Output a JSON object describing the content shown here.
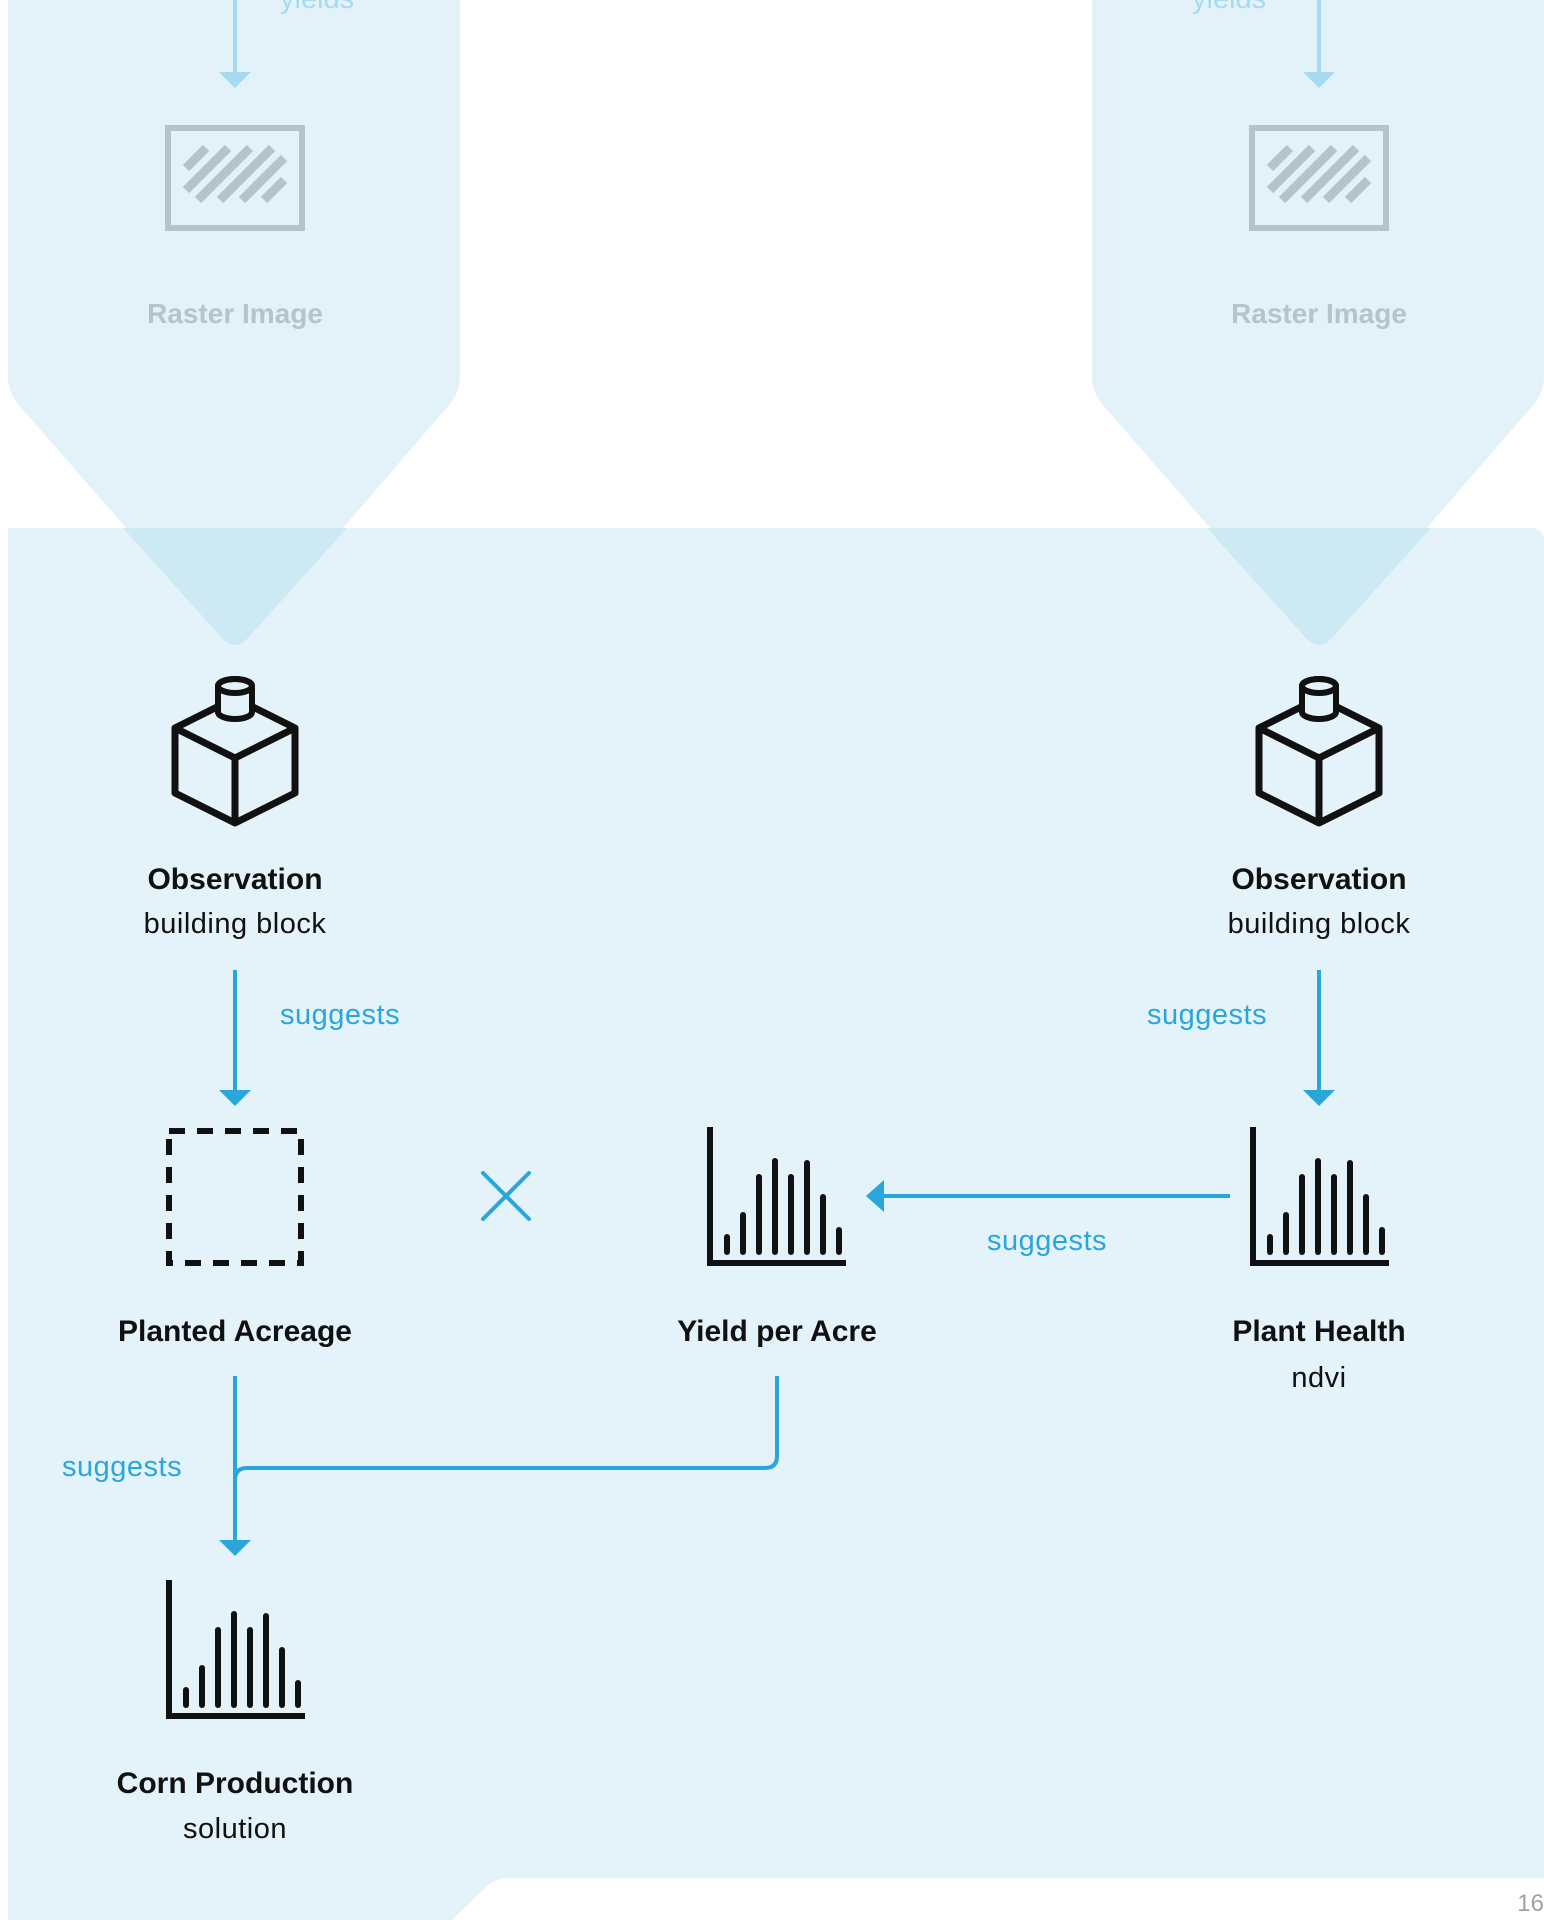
{
  "diagram": {
    "colors": {
      "panel": "#e4f2f9",
      "funnel": "#e3f1f9",
      "overlap": "#cde9f4",
      "connector": "#2aa6db",
      "muted_icon": "#b7c3cb",
      "icon": "#111111"
    },
    "left_funnel": {
      "edge_label": "yields",
      "node": {
        "title": "Raster Image",
        "icon": "raster-image-icon"
      }
    },
    "right_funnel": {
      "edge_label": "yields",
      "node": {
        "title": "Raster Image",
        "icon": "raster-image-icon"
      }
    },
    "nodes": {
      "observation_left": {
        "title": "Observation",
        "subtitle": "building block",
        "icon": "cube-block-icon"
      },
      "observation_right": {
        "title": "Observation",
        "subtitle": "building block",
        "icon": "cube-block-icon"
      },
      "planted_acreage": {
        "title": "Planted Acreage",
        "icon": "dashed-square-icon"
      },
      "yield_per_acre": {
        "title": "Yield per Acre",
        "icon": "bar-chart-icon"
      },
      "plant_health": {
        "title": "Plant Health",
        "subtitle": "ndvi",
        "icon": "bar-chart-icon"
      },
      "corn_production": {
        "title": "Corn Production",
        "subtitle": "solution",
        "icon": "bar-chart-icon"
      }
    },
    "operators": {
      "multiply": {
        "icon": "multiply-icon"
      }
    },
    "edges": {
      "obs_left_to_acreage": "suggests",
      "obs_right_to_health": "suggests",
      "health_to_yield": "suggests",
      "to_corn_production": "suggests"
    },
    "page_number": "16"
  }
}
